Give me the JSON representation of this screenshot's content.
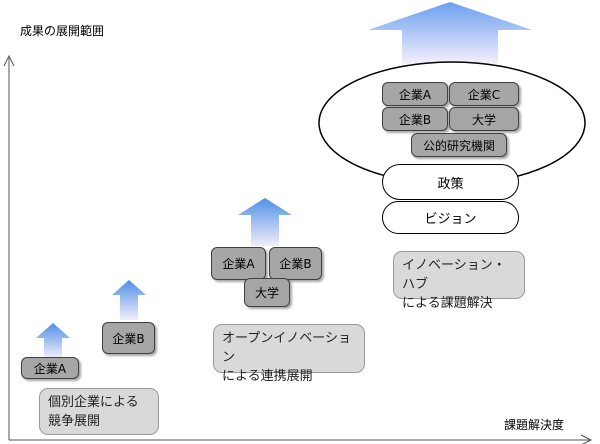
{
  "axes": {
    "y_label": "成果の展開範囲",
    "x_label": "課題解決度"
  },
  "stage1": {
    "box": "企業A",
    "note_line1": "個別企業による",
    "note_line2": "競争展開"
  },
  "stage2": {
    "box": "企業B"
  },
  "stage3": {
    "box_a": "企業A",
    "box_b": "企業B",
    "box_univ": "大学",
    "note_line1": "オープンイノベーション",
    "note_line2": "による連携展開"
  },
  "stage4": {
    "box_a": "企業A",
    "box_c": "企業C",
    "box_b": "企業B",
    "box_univ": "大学",
    "box_public": "公的研究機関",
    "policy": "政策",
    "vision": "ビジョン",
    "label_line1": "イノベーション・ハブ",
    "label_line2": "による課題解決"
  },
  "colors": {
    "box_fill": "#a6a6a6",
    "arrow_top": "#4f8fe6",
    "arrow_bottom": "#f2eefa",
    "note_fill": "#d9d9d9"
  }
}
